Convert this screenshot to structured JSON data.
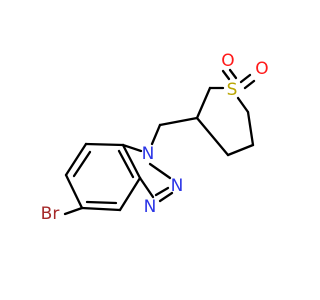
{
  "colors": {
    "carbon_bond": "#000000",
    "nitrogen": "#2b35e6",
    "oxygen": "#ff1a1a",
    "sulfur": "#b9a500",
    "bromine": "#a52828"
  },
  "atoms": {
    "br": {
      "label": "Br",
      "color": "bromine"
    },
    "n1": {
      "label": "N",
      "color": "nitrogen"
    },
    "n2": {
      "label": "N",
      "color": "nitrogen"
    },
    "n3": {
      "label": "N",
      "color": "nitrogen"
    },
    "s1": {
      "label": "S",
      "color": "sulfur"
    },
    "o1": {
      "label": "O",
      "color": "oxygen"
    },
    "o2": {
      "label": "O",
      "color": "oxygen"
    }
  }
}
